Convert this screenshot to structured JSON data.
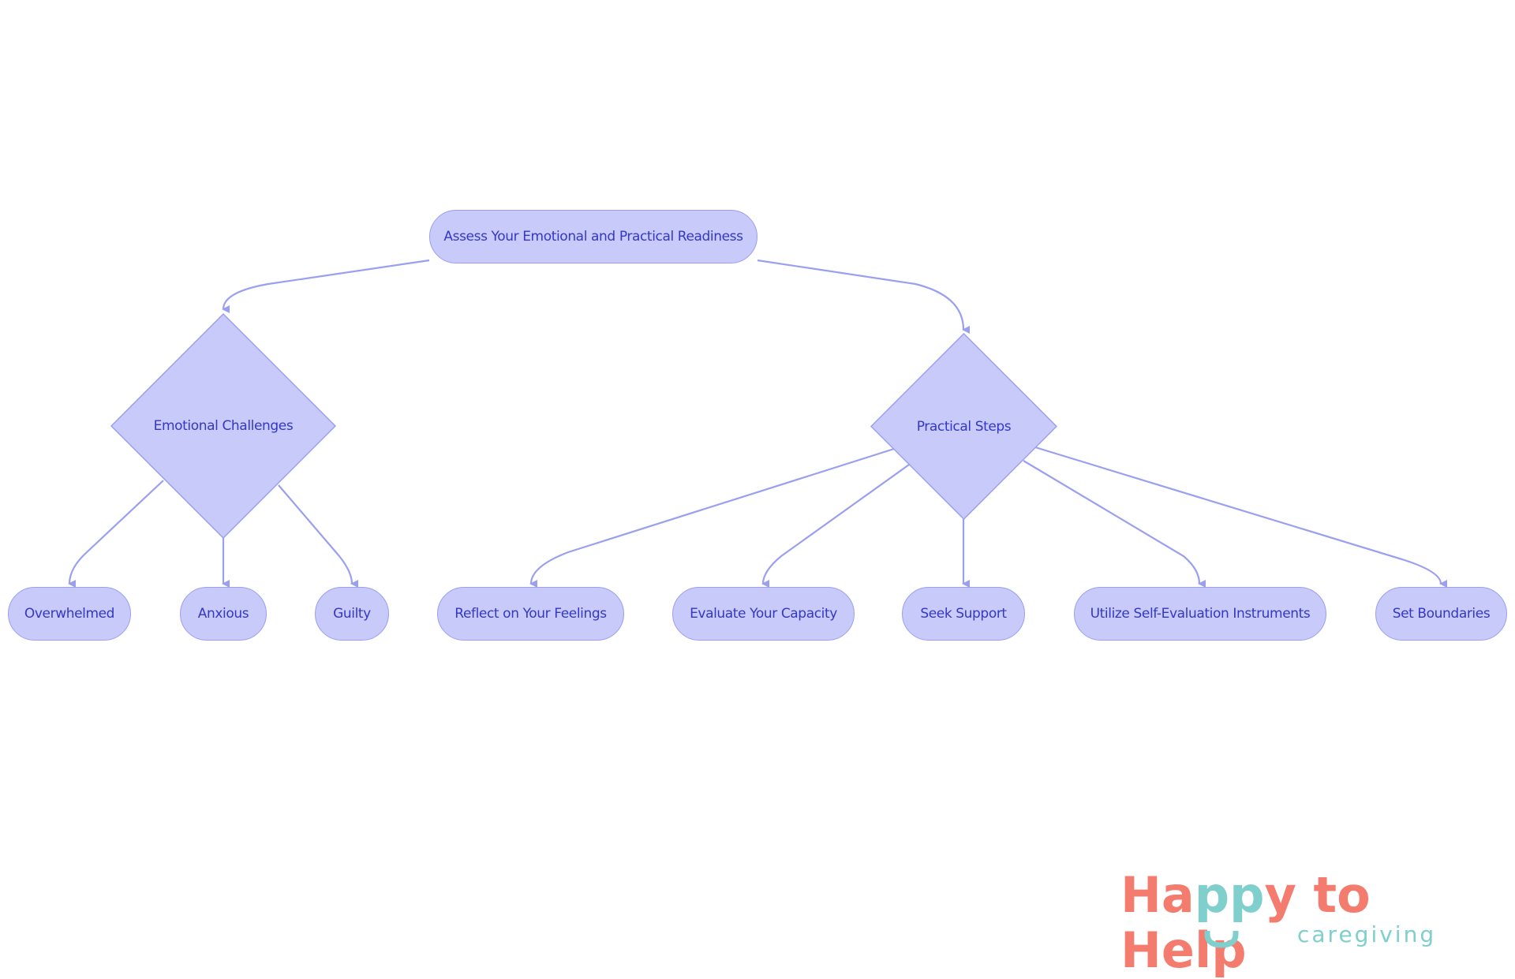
{
  "colors": {
    "node_fill": "#c8caf9",
    "node_stroke": "#9a9ff0",
    "edge": "#9a9ff0",
    "text": "#3438c4",
    "logo_coral": "#f47c6e",
    "logo_teal": "#7fcfcc"
  },
  "diagram": {
    "root": {
      "label": "Assess Your Emotional and Practical Readiness"
    },
    "branches": [
      {
        "label": "Emotional Challenges",
        "children": [
          {
            "label": "Overwhelmed"
          },
          {
            "label": "Anxious"
          },
          {
            "label": "Guilty"
          }
        ]
      },
      {
        "label": "Practical Steps",
        "children": [
          {
            "label": "Reflect on Your Feelings"
          },
          {
            "label": "Evaluate Your Capacity"
          },
          {
            "label": "Seek Support"
          },
          {
            "label": "Utilize Self-Evaluation Instruments"
          },
          {
            "label": "Set Boundaries"
          }
        ]
      }
    ]
  },
  "logo": {
    "part1": "Ha",
    "part2": "pp",
    "part3": "y to Help",
    "tagline": "caregiving"
  }
}
